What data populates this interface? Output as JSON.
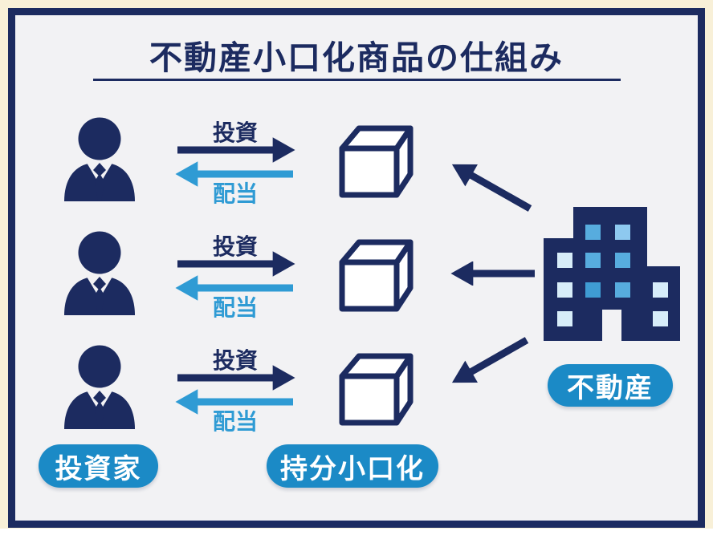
{
  "title": "不動産小口化商品の仕組み",
  "rows": [
    {
      "invest": "投資",
      "dividend": "配当"
    },
    {
      "invest": "投資",
      "dividend": "配当"
    },
    {
      "invest": "投資",
      "dividend": "配当"
    }
  ],
  "badges": {
    "investor": "投資家",
    "fractionalized": "持分小口化",
    "real_estate": "不動産"
  },
  "icons": {
    "person": "businessman-icon",
    "cube": "fraction-cube-icon",
    "building": "real-estate-building-icon"
  },
  "colors": {
    "navy": "#1c2b60",
    "dividend_blue": "#2f9bd4",
    "badge_blue": "#1b8ac6",
    "canvas_bg": "#f2f2f4",
    "frame_margin_cream": "#f8f0d8",
    "window_light": "#d7edf9",
    "window_mid": "#57acde",
    "window_mid_light": "#8ec9ef",
    "cube_fill": "#ffffff"
  }
}
